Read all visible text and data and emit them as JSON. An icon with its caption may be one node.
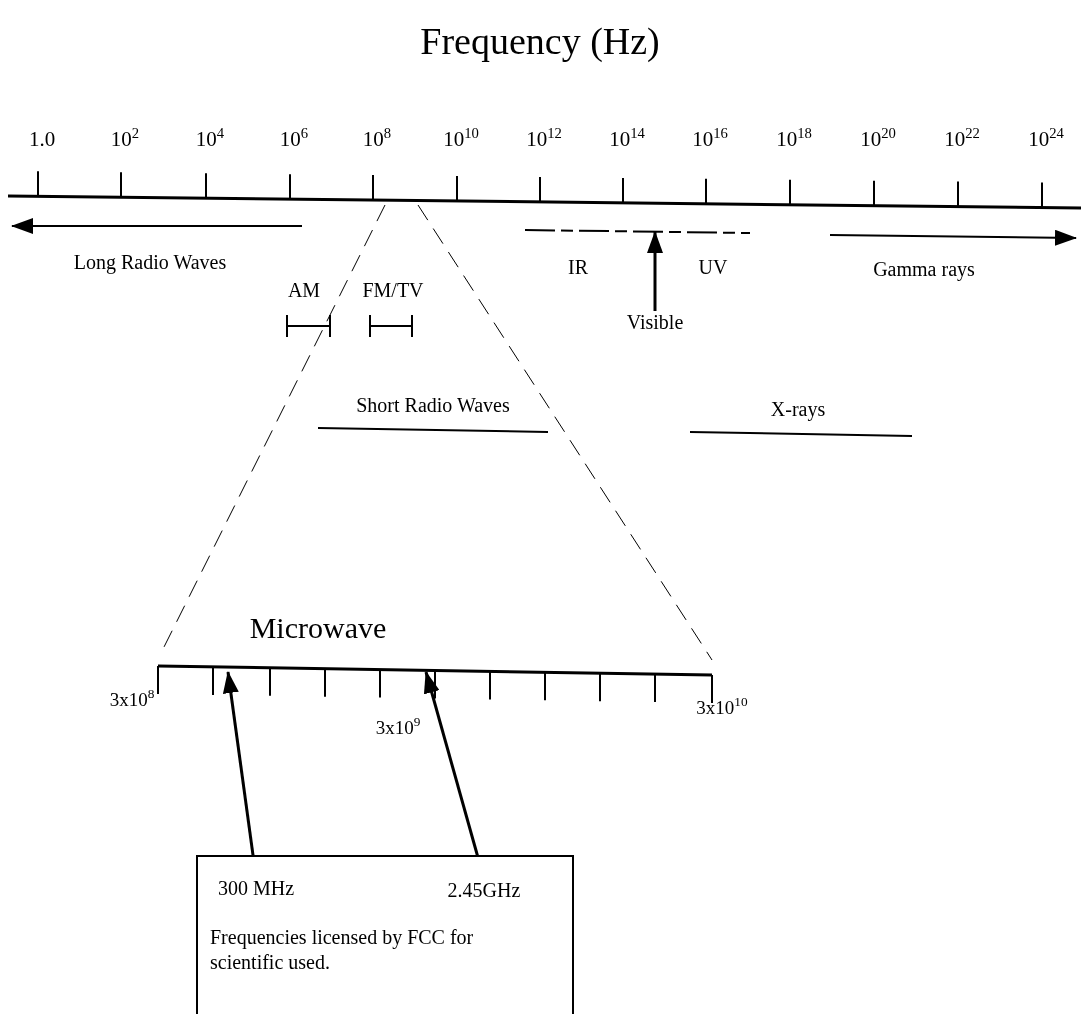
{
  "diagram": {
    "title": "Frequency (Hz)",
    "nodes": [
      {
        "text": [
          "Frequencies licensed by FCC for scientific used."
        ]
      },
      {
        "text": [
          "300 MHz"
        ],
        "in": 0
      },
      {
        "text": [
          "2.45GHz"
        ],
        "in": 0
      },
      {
        "text": [
          "Visible"
        ]
      }
    ],
    "edges": [
      {
        "from": 3,
        "to": null,
        "arrow": "to"
      },
      {
        "from": 1,
        "to": null,
        "arrow": "to"
      },
      {
        "from": 2,
        "to": null,
        "arrow": "to"
      }
    ],
    "labels": [
      "1.0",
      "10$^{2}$",
      "10$^{4}$",
      "10$^{6}$",
      "10$^{8}$",
      "10$^{10}$",
      "10$^{12}$",
      "10$^{14}$",
      "10$^{16}$",
      "10$^{18}$",
      "10$^{20}$",
      "10$^{22}$",
      "10$^{24}$",
      "Long Radio Waves",
      "IR",
      "UV",
      "Gamma rays",
      "AM",
      "FM/TV",
      "Short Radio Waves",
      "X-rays",
      "Microwave",
      "3x10$^{8}$",
      "3x10$^{9}$",
      "3x10$^{10}$"
    ]
  }
}
